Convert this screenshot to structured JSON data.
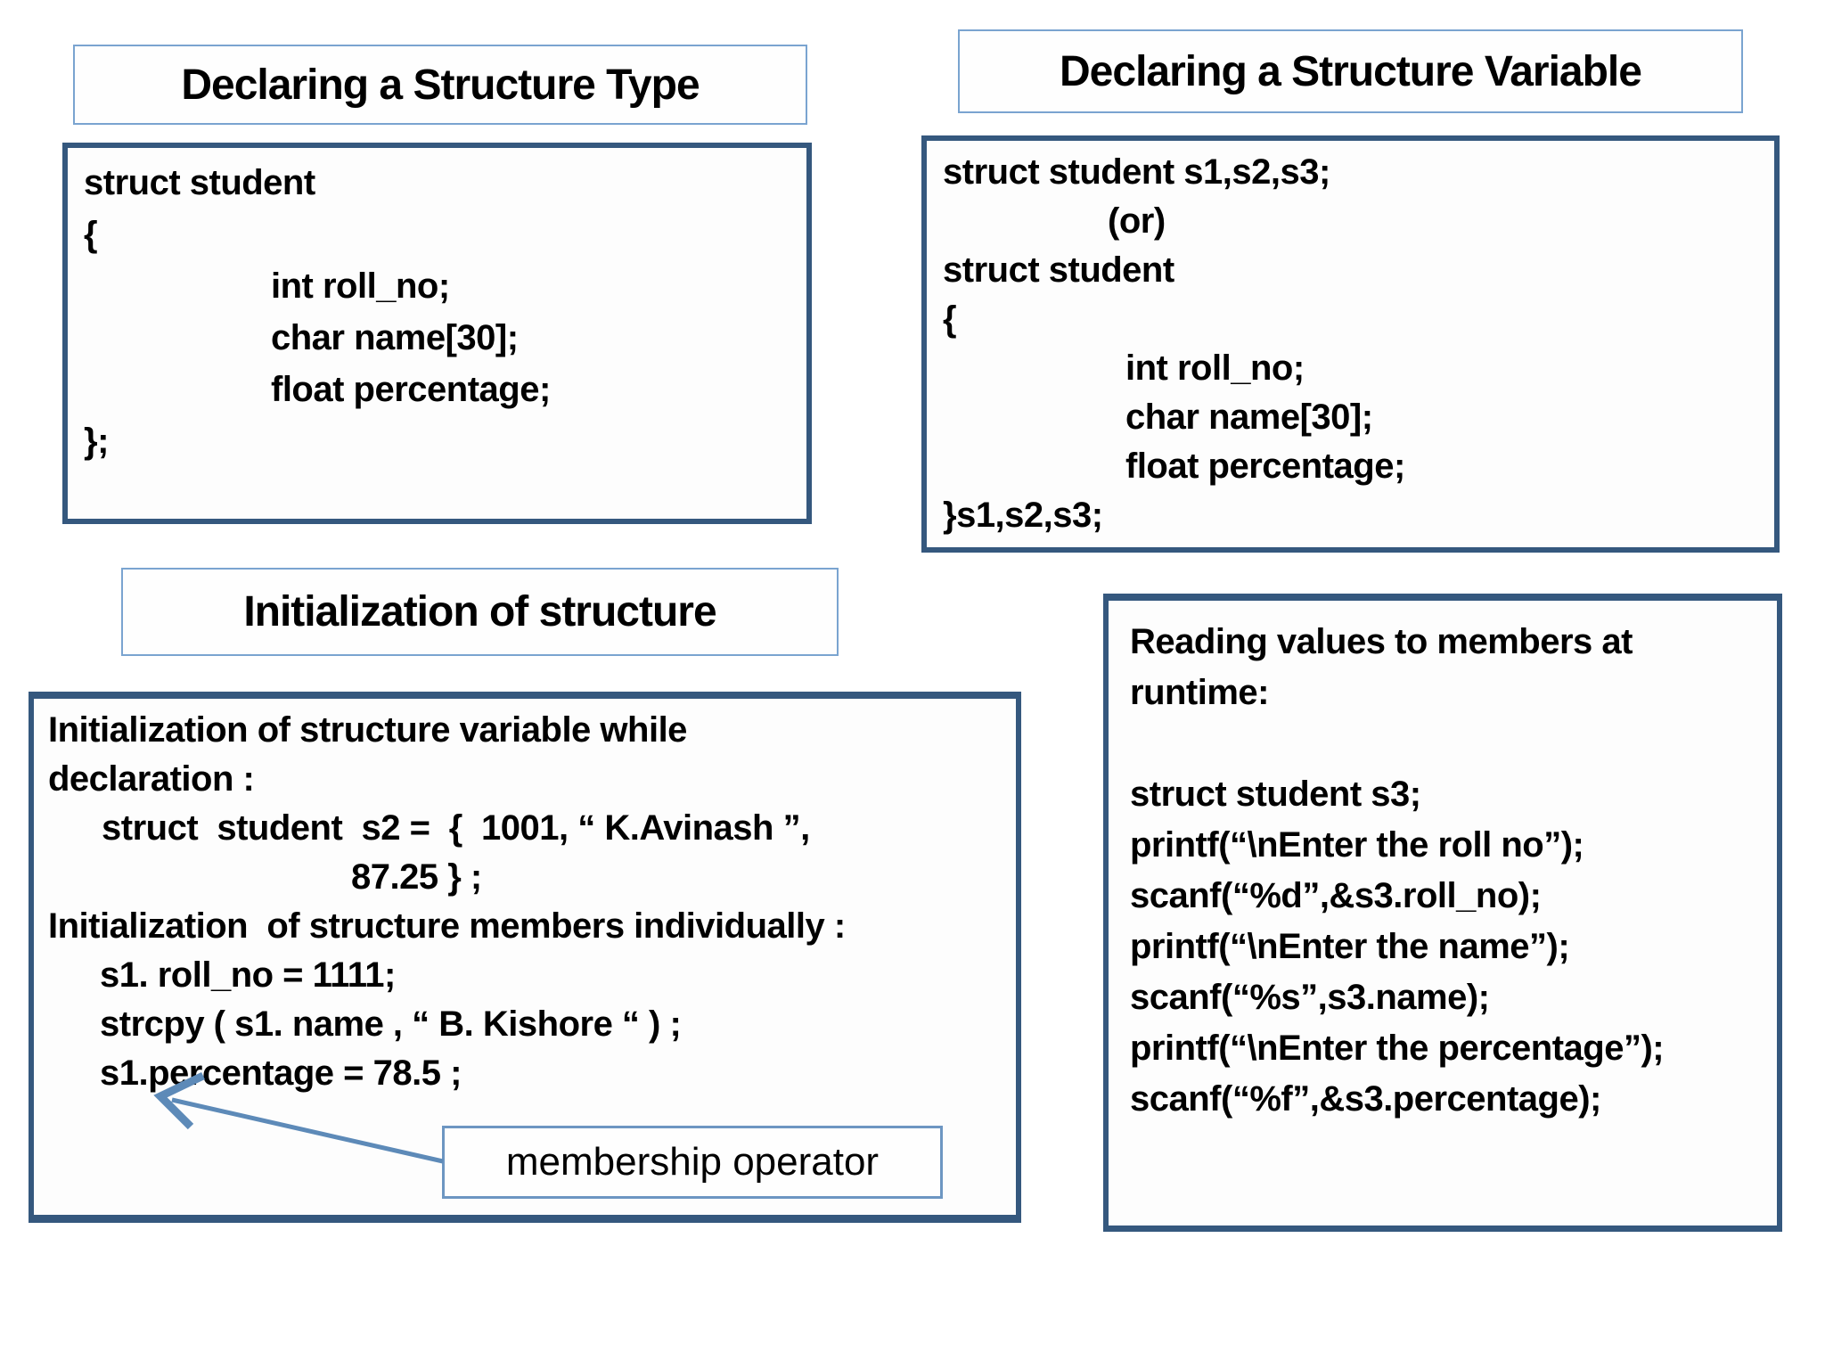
{
  "titles": {
    "box1": "Declaring a Structure Type",
    "box2": "Declaring a Structure Variable",
    "box3": "Initialization of structure"
  },
  "code_box1": {
    "lines": [
      {
        "t": "struct student",
        "ind": 0
      },
      {
        "t": "{",
        "ind": 0
      },
      {
        "t": "int roll_no;",
        "ind": 210
      },
      {
        "t": "char name[30];",
        "ind": 210
      },
      {
        "t": "float percentage;",
        "ind": 210
      },
      {
        "t": "};",
        "ind": 0
      }
    ]
  },
  "code_box2": {
    "lines": [
      {
        "t": "struct student s1,s2,s3;",
        "ind": 0
      },
      {
        "t": "(or)",
        "ind": 185
      },
      {
        "t": "struct student",
        "ind": 0
      },
      {
        "t": "{",
        "ind": 0
      },
      {
        "t": "int roll_no;",
        "ind": 205
      },
      {
        "t": "char name[30];",
        "ind": 205
      },
      {
        "t": "float percentage;",
        "ind": 205
      },
      {
        "t": "}s1,s2,s3;",
        "ind": 0
      }
    ]
  },
  "init_box": {
    "lines": [
      {
        "t": "Initialization of structure variable while",
        "ind": 0
      },
      {
        "t": "declaration :",
        "ind": 0
      },
      {
        "t": "struct  student  s2 =  {  1001, “ K.Avinash ”,",
        "ind": 60
      },
      {
        "t": "87.25 } ;",
        "ind": 340
      },
      {
        "t": "Initialization  of structure members individually :",
        "ind": 0
      },
      {
        "t": "s1. roll_no = 1111;",
        "ind": 58
      },
      {
        "t": "strcpy ( s1. name , “ B. Kishore “ ) ;",
        "ind": 58
      },
      {
        "t": "s1.percentage = 78.5 ;",
        "ind": 58
      }
    ]
  },
  "membership": {
    "label": "membership operator"
  },
  "runtime_box": {
    "lines": [
      {
        "t": "Reading values to members at",
        "ind": 0
      },
      {
        "t": "runtime:",
        "ind": 0
      },
      {
        "t": "",
        "ind": 0
      },
      {
        "t": "struct student s3;",
        "ind": 0
      },
      {
        "t": "printf(“\\nEnter the roll no”);",
        "ind": 0
      },
      {
        "t": "scanf(“%d”,&s3.roll_no);",
        "ind": 0
      },
      {
        "t": "printf(“\\nEnter the name”);",
        "ind": 0
      },
      {
        "t": "scanf(“%s”,s3.name);",
        "ind": 0
      },
      {
        "t": "printf(“\\nEnter the percentage”);",
        "ind": 0
      },
      {
        "t": "scanf(“%f”,&s3.percentage);",
        "ind": 0
      }
    ]
  },
  "colors": {
    "code_box_border": "#35587e",
    "title_box_border": "#7aa4d0",
    "label_box_border": "#6d96c2",
    "arrow": "#5d8ab8",
    "text": "#000000",
    "background": "#ffffff"
  }
}
